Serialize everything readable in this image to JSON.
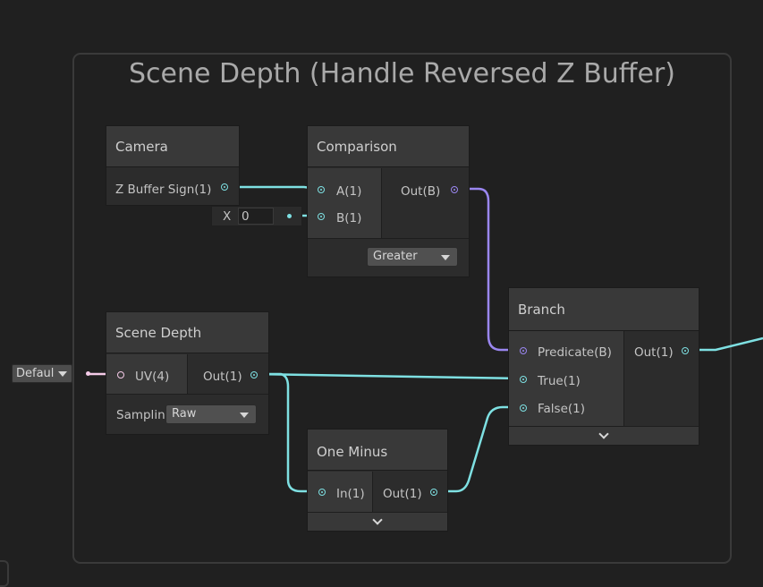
{
  "group": {
    "title": "Scene Depth (Handle Reversed Z Buffer)"
  },
  "colors": {
    "float_wire": "#7ee0e2",
    "bool_wire": "#9a86f0",
    "uv_wire": "#f5cbe8",
    "background": "#202020"
  },
  "nodes": {
    "camera": {
      "title": "Camera",
      "out_label": "Z Buffer Sign(1)"
    },
    "comparison": {
      "title": "Comparison",
      "in_a": "A(1)",
      "in_b": "B(1)",
      "out_label": "Out(B)",
      "op_value": "Greater",
      "b_field_label": "X",
      "b_field_value": "0"
    },
    "scene_depth": {
      "title": "Scene Depth",
      "in_uv": "UV(4)",
      "out_label": "Out(1)",
      "sampling_label": "Samplin",
      "sampling_value": "Raw",
      "uv_default": "Defaul"
    },
    "branch": {
      "title": "Branch",
      "in_predicate": "Predicate(B)",
      "in_true": "True(1)",
      "in_false": "False(1)",
      "out_label": "Out(1)"
    },
    "one_minus": {
      "title": "One Minus",
      "in_label": "In(1)",
      "out_label": "Out(1)"
    }
  },
  "icons": {
    "expand": "chevron-down-icon",
    "dropdown": "triangle-down-icon"
  }
}
